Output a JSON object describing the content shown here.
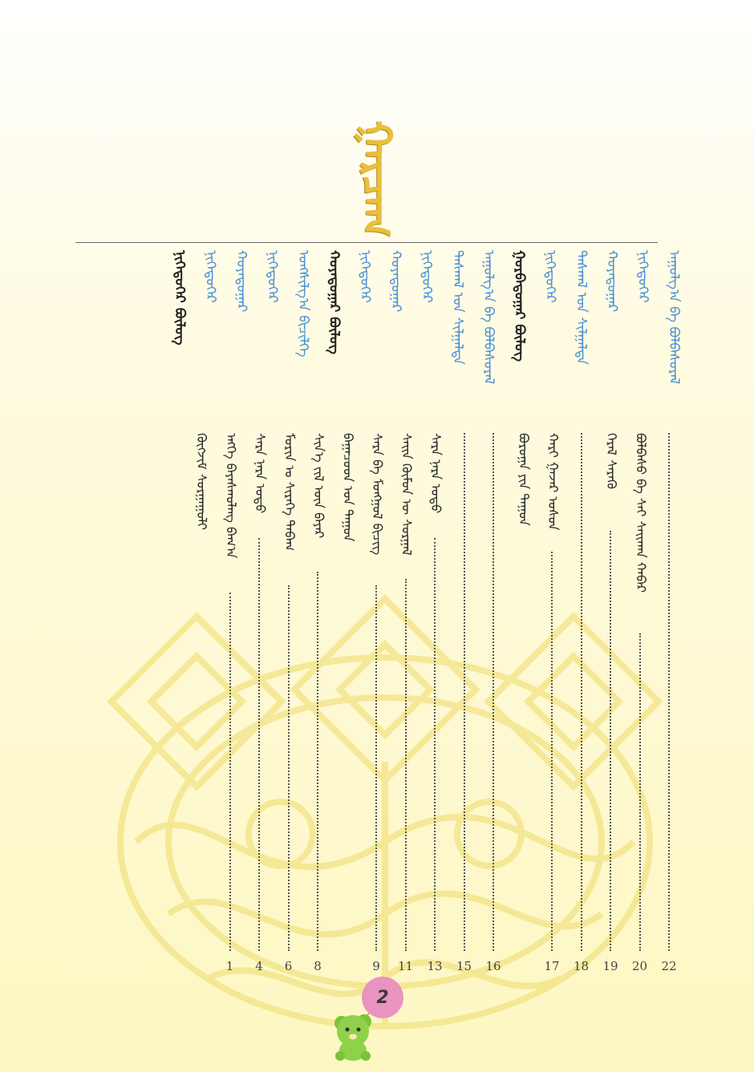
{
  "title": "ᠭᠠᠷᠴᠠᠭ",
  "colors": {
    "title": "#e9bf3c",
    "level": "#4a8fd6",
    "section": "#222222",
    "badge": "#e993c1"
  },
  "outline": [
    {
      "kind": "lvl",
      "text": "ᠠᠭᠤᠯᠭ᠎ᠠ ᠪᠠ ᠪᠣᠯᠪᠠᠰᠤᠷᠠᠯ"
    },
    {
      "kind": "lvl",
      "text": "ᠨᠢᠭᠡᠳᠦᠭᠡᠷ"
    },
    {
      "kind": "lvl",
      "text": "ᠬᠣᠶᠠᠳᠤᠭᠠᠷ"
    },
    {
      "kind": "lvl",
      "text": "ᠳᠠᠰᠬᠠᠯ ᠤᠨ ᠰᠢᠯᠭᠠᠯᠲᠠ"
    },
    {
      "kind": "lvl",
      "text": "ᠨᠢᠭᠡᠳᠦᠭᠡᠷ"
    },
    {
      "kind": "sec",
      "text": "ᠭᠤᠷᠪᠠᠳᠤᠭᠠᠷ ᠪᠦᠯᠦᠭ"
    },
    {
      "kind": "lvl",
      "text": "ᠠᠭᠤᠯᠭ᠎ᠠ ᠪᠠ ᠪᠣᠯᠪᠠᠰᠤᠷᠠᠯ"
    },
    {
      "kind": "lvl",
      "text": "ᠳᠠᠰᠬᠠᠯ ᠤᠨ ᠰᠢᠯᠭᠠᠯᠲᠠ"
    },
    {
      "kind": "lvl",
      "text": "ᠨᠢᠭᠡᠳᠦᠭᠡᠷ"
    },
    {
      "kind": "lvl",
      "text": "ᠬᠣᠶᠠᠳᠤᠭᠠᠷ"
    },
    {
      "kind": "lvl",
      "text": "ᠨᠢᠭᠡᠳᠦᠭᠡᠷ"
    },
    {
      "kind": "sec",
      "text": "ᠬᠣᠶᠠᠳᠤᠭᠠᠷ ᠪᠦᠯᠦᠭ"
    },
    {
      "kind": "lvl",
      "text": "ᠤᠩᠰᠢᠯᠭ᠎ᠠ ᠪᠢᠴᠢᠯᠭᠡ"
    },
    {
      "kind": "lvl",
      "text": "ᠨᠢᠭᠡᠳᠦᠭᠡᠷ"
    },
    {
      "kind": "lvl",
      "text": "ᠬᠣᠶᠠᠳᠤᠭᠠᠷ"
    },
    {
      "kind": "lvl",
      "text": "ᠨᠢᠭᠡᠳᠦᠭᠡᠷ"
    },
    {
      "kind": "sec",
      "text": "ᠨᠢᠭᠡᠳᠦᠭᠡᠷ ᠪᠦᠯᠦᠭ"
    }
  ],
  "entries": [
    {
      "text": "",
      "page": "22"
    },
    {
      "text": "ᠪᠣᠯᠪᠠᠰᠤ ᠪᠠ ᠰᠠᠢ ᠰᠠᠢᠬᠠᠨ ᠬᠠᠪᠠᠷ",
      "page": "20"
    },
    {
      "text": "ᠭᠡᠷᠡᠯ ᠰᠡᠷᠡᠬᠦ",
      "page": "19"
    },
    {
      "text": "",
      "page": "18"
    },
    {
      "text": "ᠬᠠᠷᠢ ᠭᠠᠵᠠᠷ ᠤᠰᠤᠨ",
      "page": "17"
    },
    {
      "text": "ᠪᠣᠷᠤᠭᠠ ᠶᠢᠨ ᠳᠠᠭᠤᠨ",
      "page": ""
    },
    {
      "text": "",
      "page": "16"
    },
    {
      "text": "",
      "page": "15"
    },
    {
      "text": "ᠰᠠᠷᠠ ᠨᠠᠷᠠ ᠣᠳᠤ",
      "page": "13"
    },
    {
      "text": "ᠰᠠᠢᠨ ᠬᠦᠮᠦᠨ ᠦ ᠰᠤᠷᠭᠠᠯ",
      "page": "11"
    },
    {
      "text": "ᠰᠠᠷᠠ ᠪᠠ ᠮᠣᠩᠭᠣᠯ ᠪᠢᠴᠢᠭ",
      "page": "9"
    },
    {
      "text": "ᠪᠠᠭᠠᠴᠤᠳ ᠤᠨ ᠳᠠᠭᠤᠨ",
      "page": ""
    },
    {
      "text": "ᠰᠢᠨ᠎ᠡ ᠵᠢᠯ ᠦᠨ ᠪᠠᠶᠠᠷ",
      "page": "8"
    },
    {
      "text": "ᠮᠣᠷᠢᠨ ᠤ ᠰᠢᠷᠡᠭᠡ ᠲᠠᠪᠠᠭ",
      "page": "6"
    },
    {
      "text": "ᠰᠠᠷᠠ ᠨᠠᠷᠠ ᠣᠳᠤ",
      "page": "4"
    },
    {
      "text": "ᠡᠩᠬᠡ ᠪᠠᠶᠠᠰᠬᠤᠯᠠᠩ ᠪᠠᠬ᠎ᠠ",
      "page": "1"
    },
    {
      "text": "ᠬᠥᠭᠵᠢᠮ ᠰᠤᠷᠭᠠᠭᠤᠯᠢ",
      "page": ""
    }
  ],
  "page_number": "2"
}
